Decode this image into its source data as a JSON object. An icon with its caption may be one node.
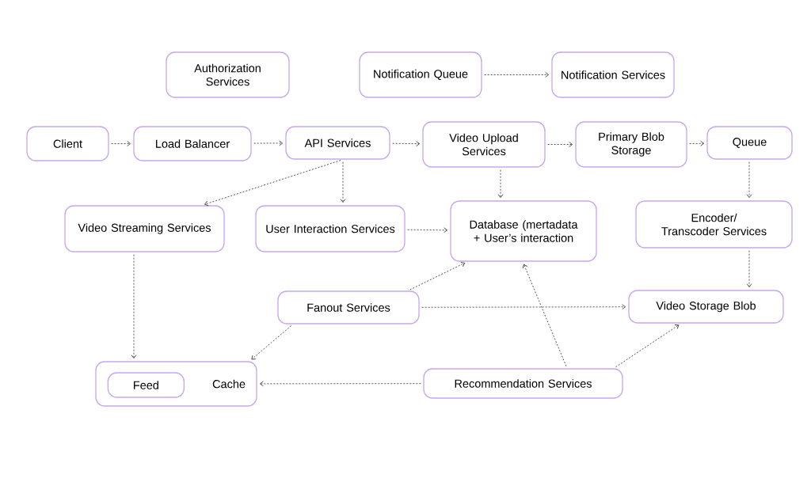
{
  "diagram": {
    "nodes": [
      {
        "text": [
          "Authorization Services"
        ]
      },
      {
        "text": [
          "Notification Queue"
        ]
      },
      {
        "text": [
          "Notification Services"
        ]
      },
      {
        "text": [
          "Client"
        ]
      },
      {
        "text": [
          "Load Balancer"
        ]
      },
      {
        "text": [
          "API Services"
        ]
      },
      {
        "text": [
          "Video Upload Services"
        ]
      },
      {
        "text": [
          "Primary Blob Storage"
        ]
      },
      {
        "text": [
          "Queue"
        ]
      },
      {
        "text": [
          "Video Streaming Services"
        ]
      },
      {
        "text": [
          "User Interaction Services"
        ]
      },
      {
        "text": [
          "Database (mertadata + User’s interaction"
        ]
      },
      {
        "text": [
          "Encoder/ Transcoder Services"
        ]
      },
      {
        "text": [
          "Fanout Services"
        ]
      },
      {
        "text": [
          "Video Storage Blob"
        ]
      },
      {
        "text": [
          "Cache"
        ]
      },
      {
        "text": [
          "Feed"
        ],
        "in": 15
      },
      {
        "text": [
          "Recommendation Services"
        ]
      }
    ],
    "edges": [
      {
        "from": 1,
        "to": 2,
        "arrow": "to"
      },
      {
        "from": 3,
        "to": 4,
        "arrow": "to"
      },
      {
        "from": 4,
        "to": 5,
        "arrow": "to"
      },
      {
        "from": 5,
        "to": 6,
        "arrow": "to"
      },
      {
        "from": 6,
        "to": 7,
        "arrow": "to"
      },
      {
        "from": 7,
        "to": 8,
        "arrow": "to"
      },
      {
        "from": 5,
        "to": 9,
        "arrow": "to"
      },
      {
        "from": 5,
        "to": 10,
        "arrow": "to"
      },
      {
        "from": 6,
        "to": 11,
        "arrow": "to"
      },
      {
        "from": 10,
        "to": 11,
        "arrow": "to"
      },
      {
        "from": 8,
        "to": 12,
        "arrow": "to"
      },
      {
        "from": 12,
        "to": 14,
        "arrow": "to"
      },
      {
        "from": 9,
        "to": 15,
        "arrow": "to"
      },
      {
        "from": 13,
        "to": 11,
        "arrow": "to"
      },
      {
        "from": 13,
        "to": 14,
        "arrow": "to"
      },
      {
        "from": 13,
        "to": 15,
        "arrow": "to"
      },
      {
        "from": 17,
        "to": 15,
        "arrow": "to"
      },
      {
        "from": 17,
        "to": 11,
        "arrow": "to"
      },
      {
        "from": 17,
        "to": 14,
        "arrow": "to"
      }
    ]
  }
}
